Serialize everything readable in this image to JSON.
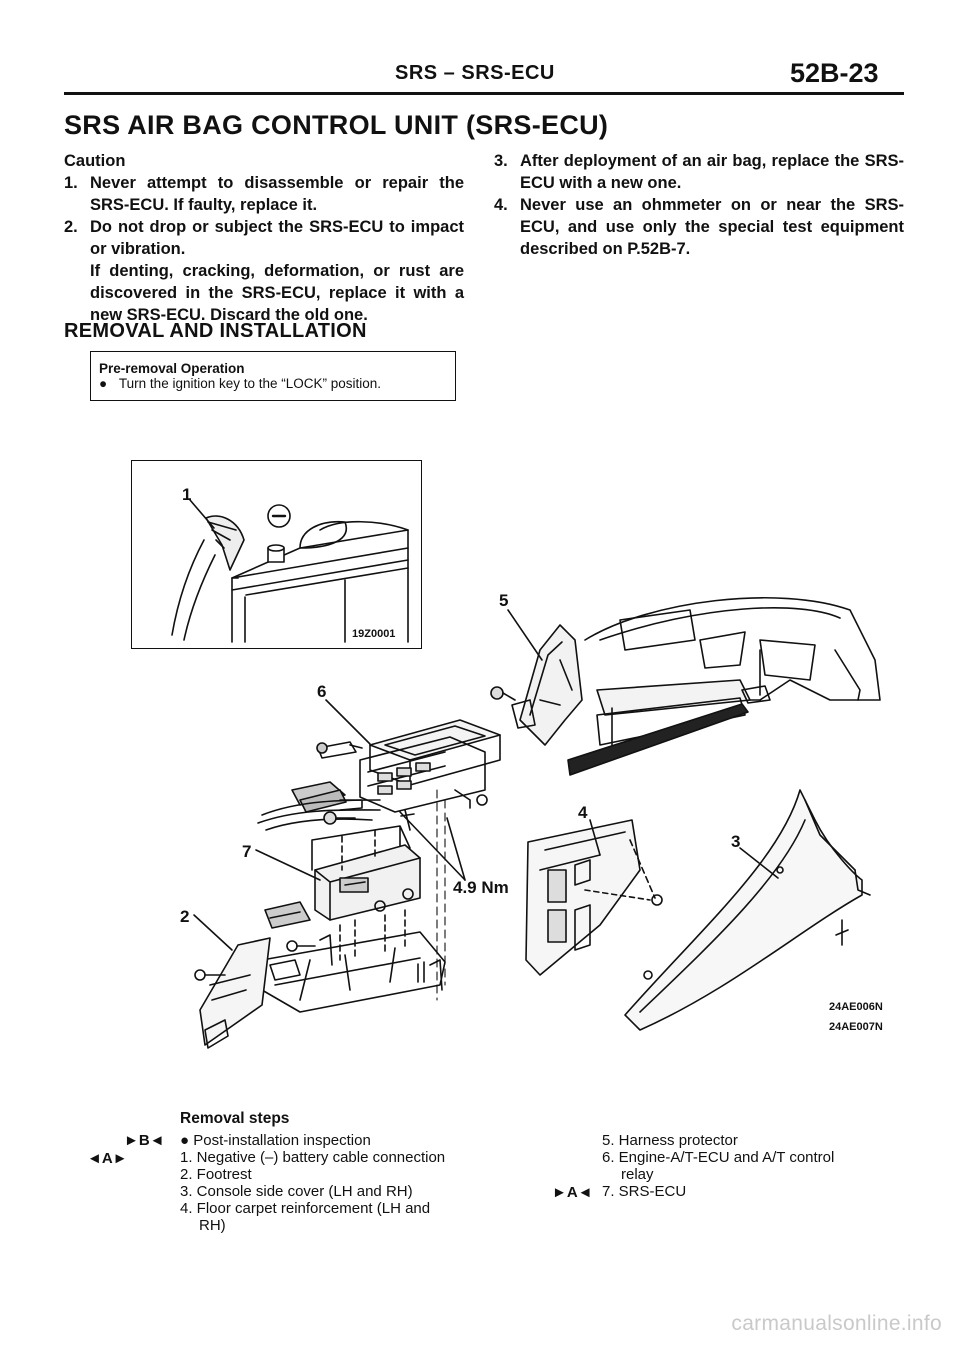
{
  "header": {
    "title": "SRS – SRS-ECU",
    "page": "52B-23"
  },
  "main_title": "SRS AIR BAG CONTROL UNIT (SRS-ECU)",
  "caution": {
    "heading": "Caution",
    "items": [
      {
        "num": "1.",
        "text": "Never attempt to disassemble or repair the SRS-ECU. If faulty, replace it."
      },
      {
        "num": "2.",
        "text": "Do not drop or subject the SRS-ECU to impact or vibration."
      },
      {
        "num": "",
        "text": "If denting, cracking, deformation, or rust are discovered in the SRS-ECU, replace it with a new SRS-ECU. Discard the old one."
      },
      {
        "num": "3.",
        "text": "After deployment of an air bag, replace the SRS-ECU with a new one."
      },
      {
        "num": "4.",
        "text": "Never use an ohmmeter on or near the SRS-ECU, and use only the special test equipment described on P.52B-7."
      }
    ]
  },
  "section_title": "REMOVAL AND INSTALLATION",
  "pre_removal": {
    "title": "Pre-removal Operation",
    "bullet": "●",
    "text": "Turn the ignition key to the “LOCK” position."
  },
  "figure": {
    "callouts": [
      "1",
      "2",
      "3",
      "4",
      "5",
      "6",
      "7"
    ],
    "torque": "4.9 Nm",
    "negative_symbol": "⊖",
    "codes": [
      "19Z0001",
      "24AE006N",
      "24AE007N"
    ]
  },
  "removal_steps": {
    "title": "Removal steps",
    "marks": [
      "►B◄",
      "◄A►",
      "►A◄"
    ],
    "left": [
      "● Post-installation inspection",
      "1. Negative (–) battery cable connection",
      "2. Footrest",
      "3. Console side cover (LH and RH)",
      "4. Floor carpet reinforcement (LH and",
      "RH)"
    ],
    "right": [
      "5. Harness protector",
      "6. Engine-A/T-ECU and A/T control",
      "relay",
      "7. SRS-ECU"
    ]
  },
  "watermark": "carmanualsonline.info"
}
